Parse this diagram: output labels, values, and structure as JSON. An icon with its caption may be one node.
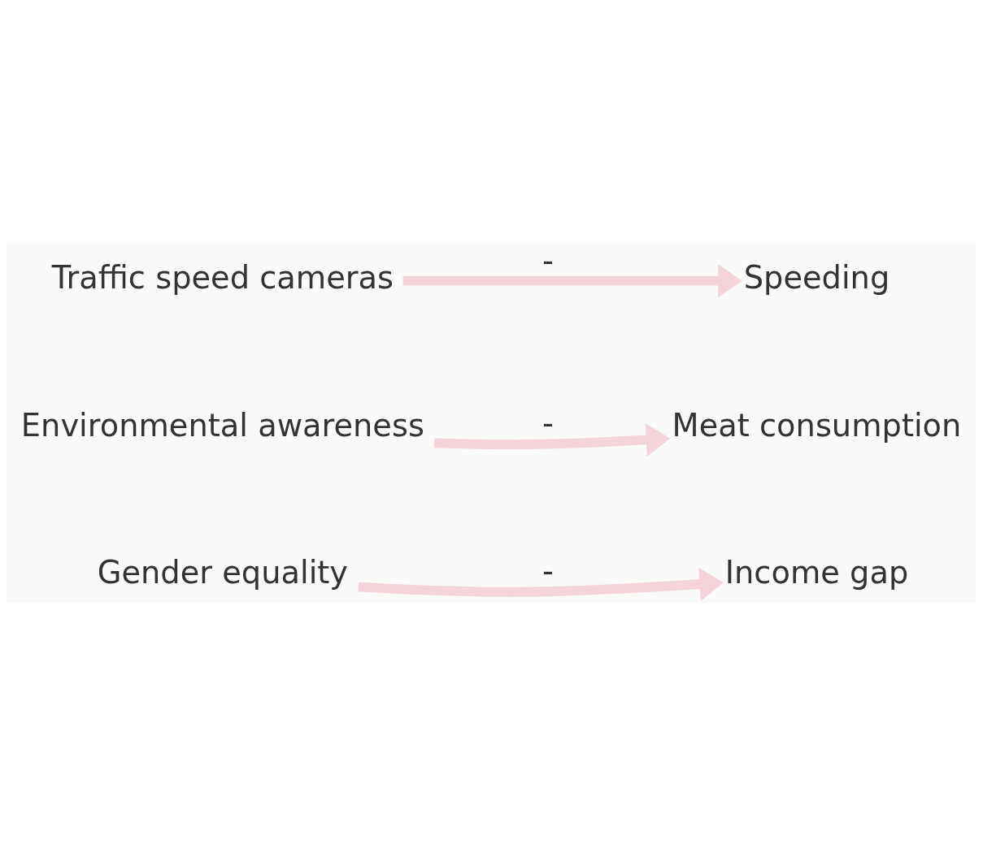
{
  "diagram": {
    "nodes": [
      {
        "text": [
          "Gender equality"
        ]
      },
      {
        "text": [
          "Income gap"
        ]
      },
      {
        "text": [
          "Environmental awareness"
        ]
      },
      {
        "text": [
          "Meat consumption"
        ]
      },
      {
        "text": [
          "Traffic speed cameras"
        ]
      },
      {
        "text": [
          "Speeding"
        ]
      }
    ],
    "edges": [
      {
        "from": 0,
        "to": 1,
        "arrow": "to",
        "label": "-"
      },
      {
        "from": 2,
        "to": 3,
        "arrow": "to",
        "label": "-"
      },
      {
        "from": 4,
        "to": 5,
        "arrow": "to",
        "label": "-"
      }
    ]
  }
}
